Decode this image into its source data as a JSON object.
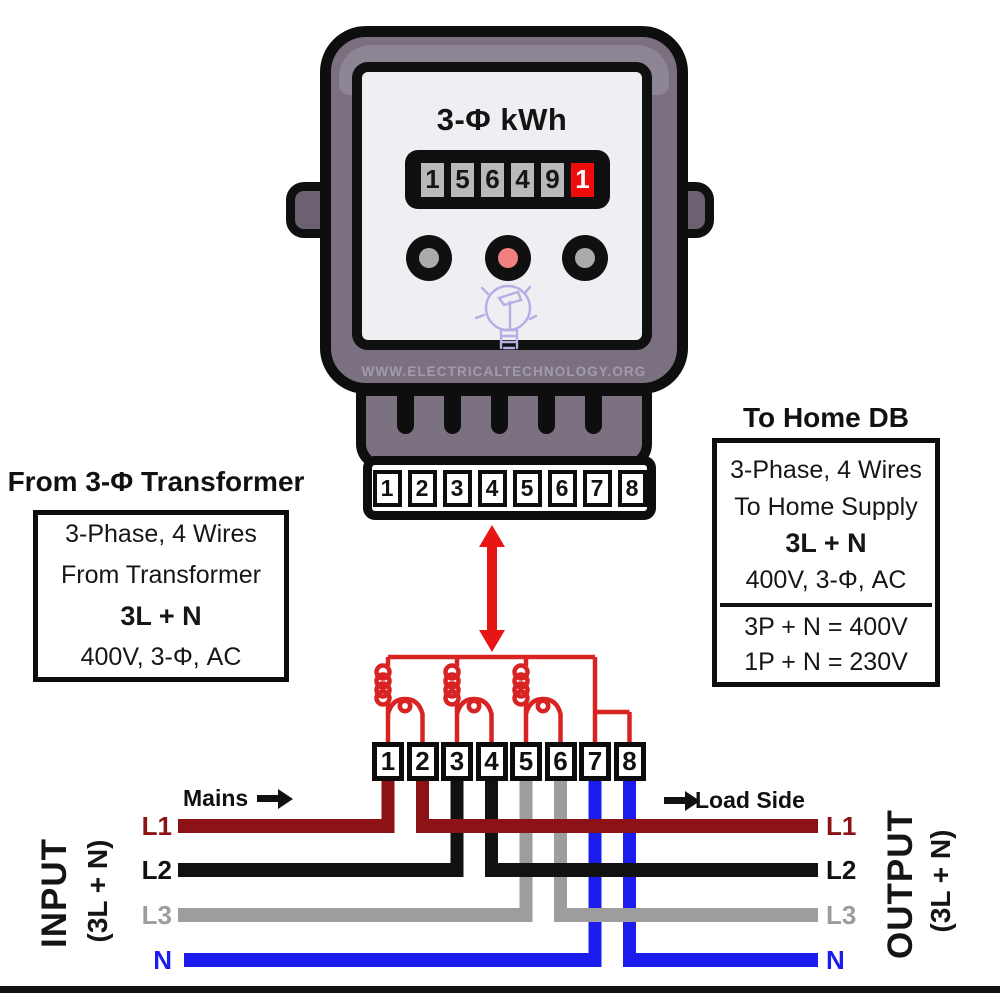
{
  "meter": {
    "title": "3-Φ kWh",
    "display_digits": [
      "1",
      "5",
      "6",
      "4",
      "9",
      "1"
    ],
    "website": "WWW.ELECTRICALTECHNOLOGY.ORG"
  },
  "terminals": [
    "1",
    "2",
    "3",
    "4",
    "5",
    "6",
    "7",
    "8"
  ],
  "left_box": {
    "heading": "From 3-Φ Transformer",
    "lines": [
      "3-Phase, 4 Wires",
      "From Transformer",
      "3L + N",
      "400V, 3-Φ, AC"
    ]
  },
  "right_box": {
    "heading": "To Home DB",
    "lines": [
      "3-Phase, 4 Wires",
      "To Home Supply",
      "3L + N",
      "400V, 3-Φ, AC"
    ],
    "footer": [
      "3P + N = 400V",
      "1P + N = 230V"
    ]
  },
  "labels": {
    "mains": "Mains",
    "load_side": "Load Side",
    "input_title": "INPUT",
    "input_sub": "(3L + N)",
    "output_title": "OUTPUT",
    "output_sub": "(3L + N)",
    "input_wires": [
      "L1",
      "L2",
      "L3",
      "N"
    ],
    "output_wires": [
      "L1",
      "L2",
      "L3",
      "N"
    ]
  },
  "colors": {
    "l1": "#8c1216",
    "l2": "#111111",
    "l3": "#9d9d9d",
    "n": "#1c1cee",
    "circuit": "#d92323",
    "arrow": "#e81515",
    "display": "#ee0b0b",
    "body": "#7b7080",
    "body_hl": "#8d8494",
    "neck": "#7b7180",
    "ear": "#6b6170",
    "panel": "#efeef2",
    "site": "#a29aad",
    "knob_center": "#f2807f"
  }
}
